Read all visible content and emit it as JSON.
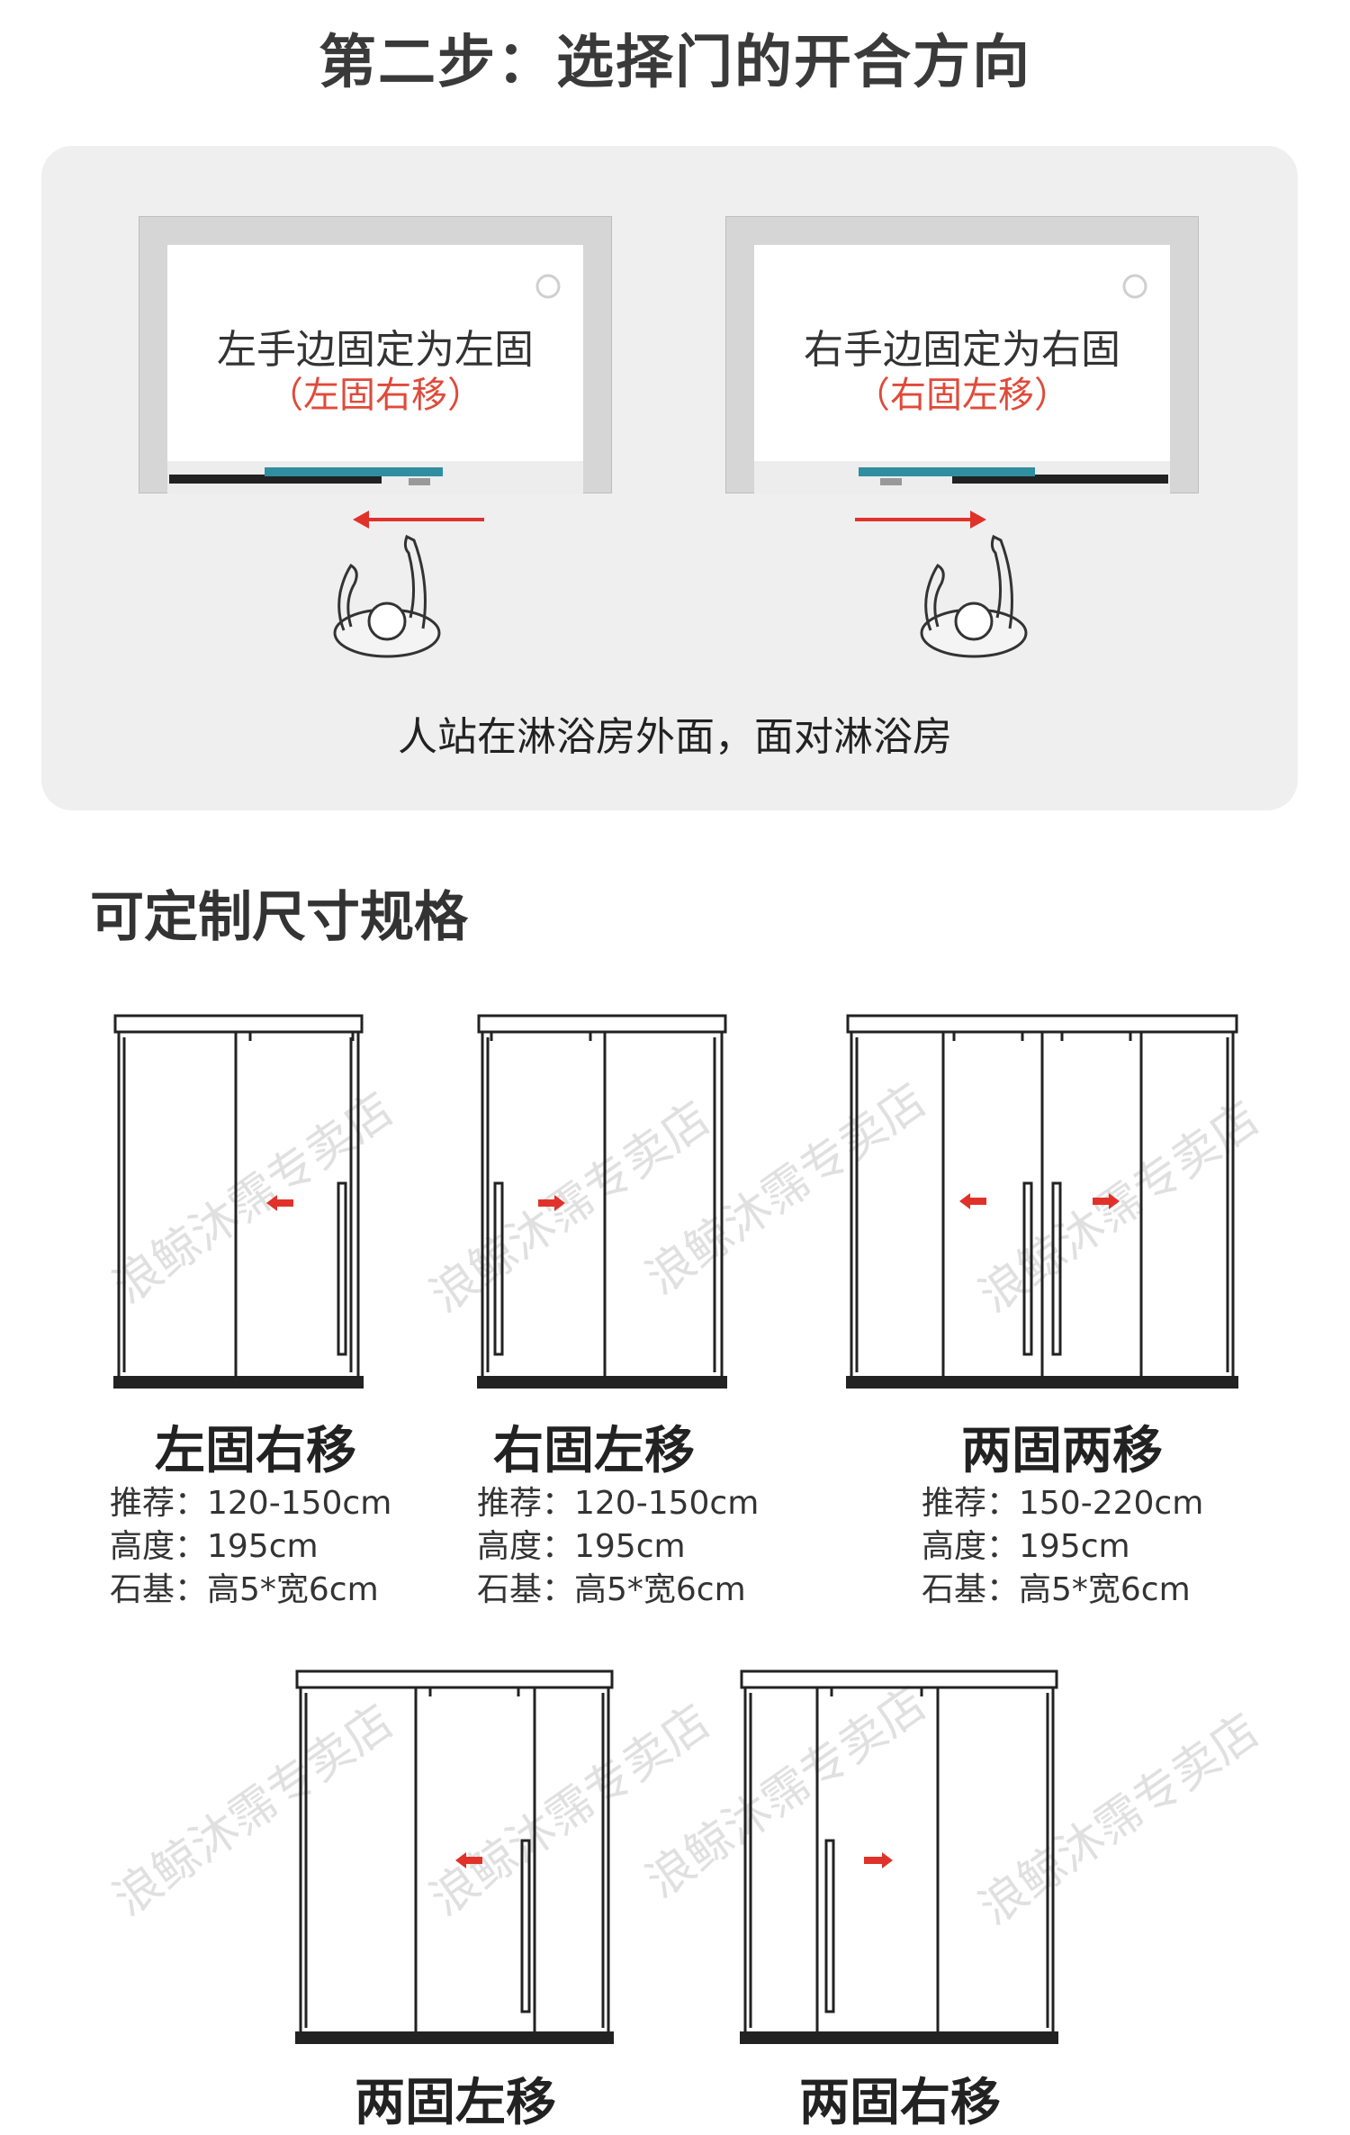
{
  "step_title": "第二步：选择门的开合方向",
  "plans": [
    {
      "label": "左手边固定为左固",
      "sub": "（左固右移）"
    },
    {
      "label": "右手边固定为右固",
      "sub": "（右固左移）"
    }
  ],
  "stand_text": "人站在淋浴房外面，面对淋浴房",
  "section_title": "可定制尺寸规格",
  "watermark": "浪鲸沐霈专卖店",
  "doors": [
    {
      "name": "左固右移",
      "specs": [
        "推荐：120-150cm",
        "高度：195cm",
        "石基：高5*宽6cm"
      ]
    },
    {
      "name": "右固左移",
      "specs": [
        "推荐：120-150cm",
        "高度：195cm",
        "石基：高5*宽6cm"
      ]
    },
    {
      "name": "两固两移",
      "specs": [
        "推荐：150-220cm",
        "高度：195cm",
        "石基：高5*宽6cm"
      ]
    }
  ],
  "bottom_names": [
    "两固左移",
    "两固右移"
  ],
  "colors": {
    "accent_red": "#e0322a",
    "glass_teal": "#2f8fa0",
    "frame": "#222222"
  }
}
